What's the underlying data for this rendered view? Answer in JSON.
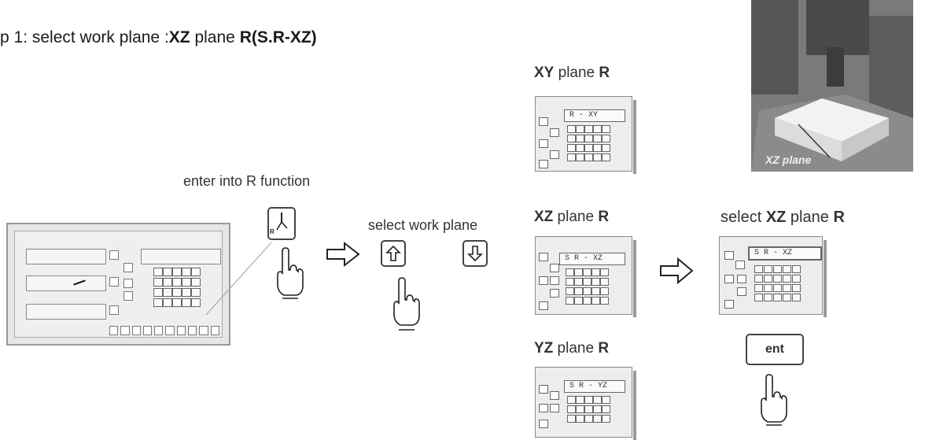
{
  "title": {
    "prefix": "p 1:  select work plane :",
    "plane": "XZ",
    "mid": " plane ",
    "r": "R(S.R-XZ)"
  },
  "captions": {
    "enter_r": "enter into  R  function",
    "select_work_plane": "select work plane",
    "xy_label": {
      "bold": "XY",
      "rest": " plane ",
      "r": "R"
    },
    "xz_label": {
      "bold": "XZ",
      "rest": " plane ",
      "r": "R"
    },
    "yz_label": {
      "bold": "YZ",
      "rest": " plane ",
      "r": "R"
    },
    "select_xz": {
      "pre": "select ",
      "bold": "XZ",
      "rest": " plane ",
      "r": "R"
    }
  },
  "displays": {
    "xy": "R - XY",
    "xz": "S R - XZ",
    "xz_selected": "S R - XZ",
    "yz": "S R - YZ"
  },
  "buttons": {
    "r_key": "R",
    "ent": "ent"
  },
  "photo": {
    "label": "XZ plane"
  }
}
